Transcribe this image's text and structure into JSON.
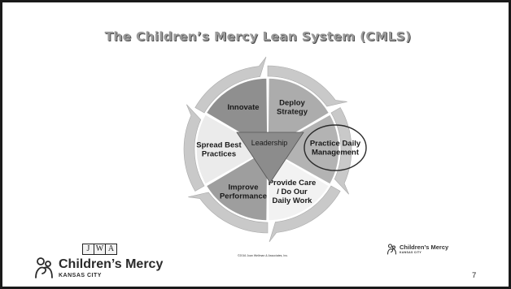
{
  "title": "The Children’s Mercy Lean System (CMLS)",
  "cycle": {
    "segments": [
      {
        "name": "innovate",
        "lines": [
          "Innovate"
        ],
        "fill": "#8f8f8f"
      },
      {
        "name": "deploy-strategy",
        "lines": [
          "Deploy",
          "Strategy"
        ],
        "fill": "#acacac"
      },
      {
        "name": "practice-daily-management",
        "lines": [
          "Practice Daily",
          "Management"
        ],
        "fill": "#b3b3b3",
        "highlighted": true
      },
      {
        "name": "provide-care",
        "lines": [
          "Provide Care",
          "/ Do Our",
          "Daily Work"
        ],
        "fill": "#f2f2f2"
      },
      {
        "name": "improve-performance",
        "lines": [
          "Improve",
          "Performance"
        ],
        "fill": "#9e9e9e"
      },
      {
        "name": "spread-best-practices",
        "lines": [
          "Spread Best",
          "Practices"
        ],
        "fill": "#ebebeb"
      }
    ],
    "center_label": "Leadership",
    "arrow_color": "#c9c9c9",
    "center_color": "#8c8c8c"
  },
  "copyright": "©2016 Joan Wellman & Associates, Inc.",
  "jwa_letters": [
    "J",
    "W",
    "A"
  ],
  "logo": {
    "name": "Children’s Mercy",
    "sub": "KANSAS CITY"
  },
  "page_number": "7"
}
